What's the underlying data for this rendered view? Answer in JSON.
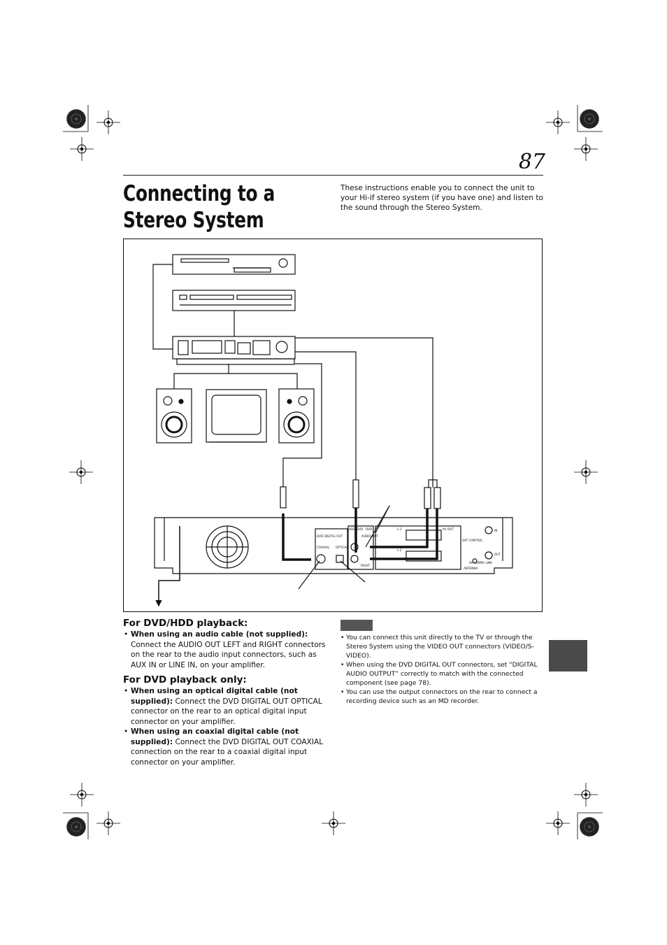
{
  "page": {
    "number": "87",
    "title": "Connecting to a Stereo System",
    "intro": "These instructions enable you to connect the unit to your Hi-if stereo system (if you have one) and listen to the sound through the Stereo System."
  },
  "diagram": {
    "labels": {
      "dvd_digital_out": "DVD DIGITAL OUT",
      "coaxial": "COAXIAL",
      "optical": "OPTICAL",
      "hdd_dvd": "HDD/DVD",
      "dvd": "DVD",
      "audio_out": "AUDIO OUT",
      "right": "RIGHT",
      "av_out": "AV OUT",
      "sat_control": "SAT CONTROL",
      "av_compulink": "AV COMPU LINK",
      "antenna": "ANTENNA",
      "in": "IN",
      "out": "OUT",
      "l1": "L-1",
      "l2": "L-2"
    }
  },
  "sections": [
    {
      "heading": "For DVD/HDD playback:",
      "items": [
        {
          "lead": "When using an audio cable (not supplied):",
          "text": " Connect the AUDIO OUT LEFT and RIGHT connectors on the rear to the audio input connectors, such as AUX IN or LINE IN, on your amplifier."
        }
      ]
    },
    {
      "heading": "For DVD playback only:",
      "items": [
        {
          "lead": "When using an optical digital cable (not supplied):",
          "text": " Connect the DVD DIGITAL OUT OPTICAL connector on the rear to an optical digital input connector on your amplifier."
        },
        {
          "lead": "When using an coaxial digital cable (not supplied):",
          "text": " Connect the DVD DIGITAL OUT COAXIAL connection on the rear to a coaxial digital input connector on your amplifier."
        }
      ]
    }
  ],
  "notes": [
    "You can connect this unit directly to the TV or through the Stereo System using the VIDEO OUT connectors (VIDEO/S-VIDEO).",
    "When using the DVD DIGITAL OUT connectors, set “DIGITAL AUDIO OUTPUT” correctly to match with the connected component (see page 78).",
    "You can use the output connectors on the rear to connect a recording device such as an MD recorder."
  ]
}
